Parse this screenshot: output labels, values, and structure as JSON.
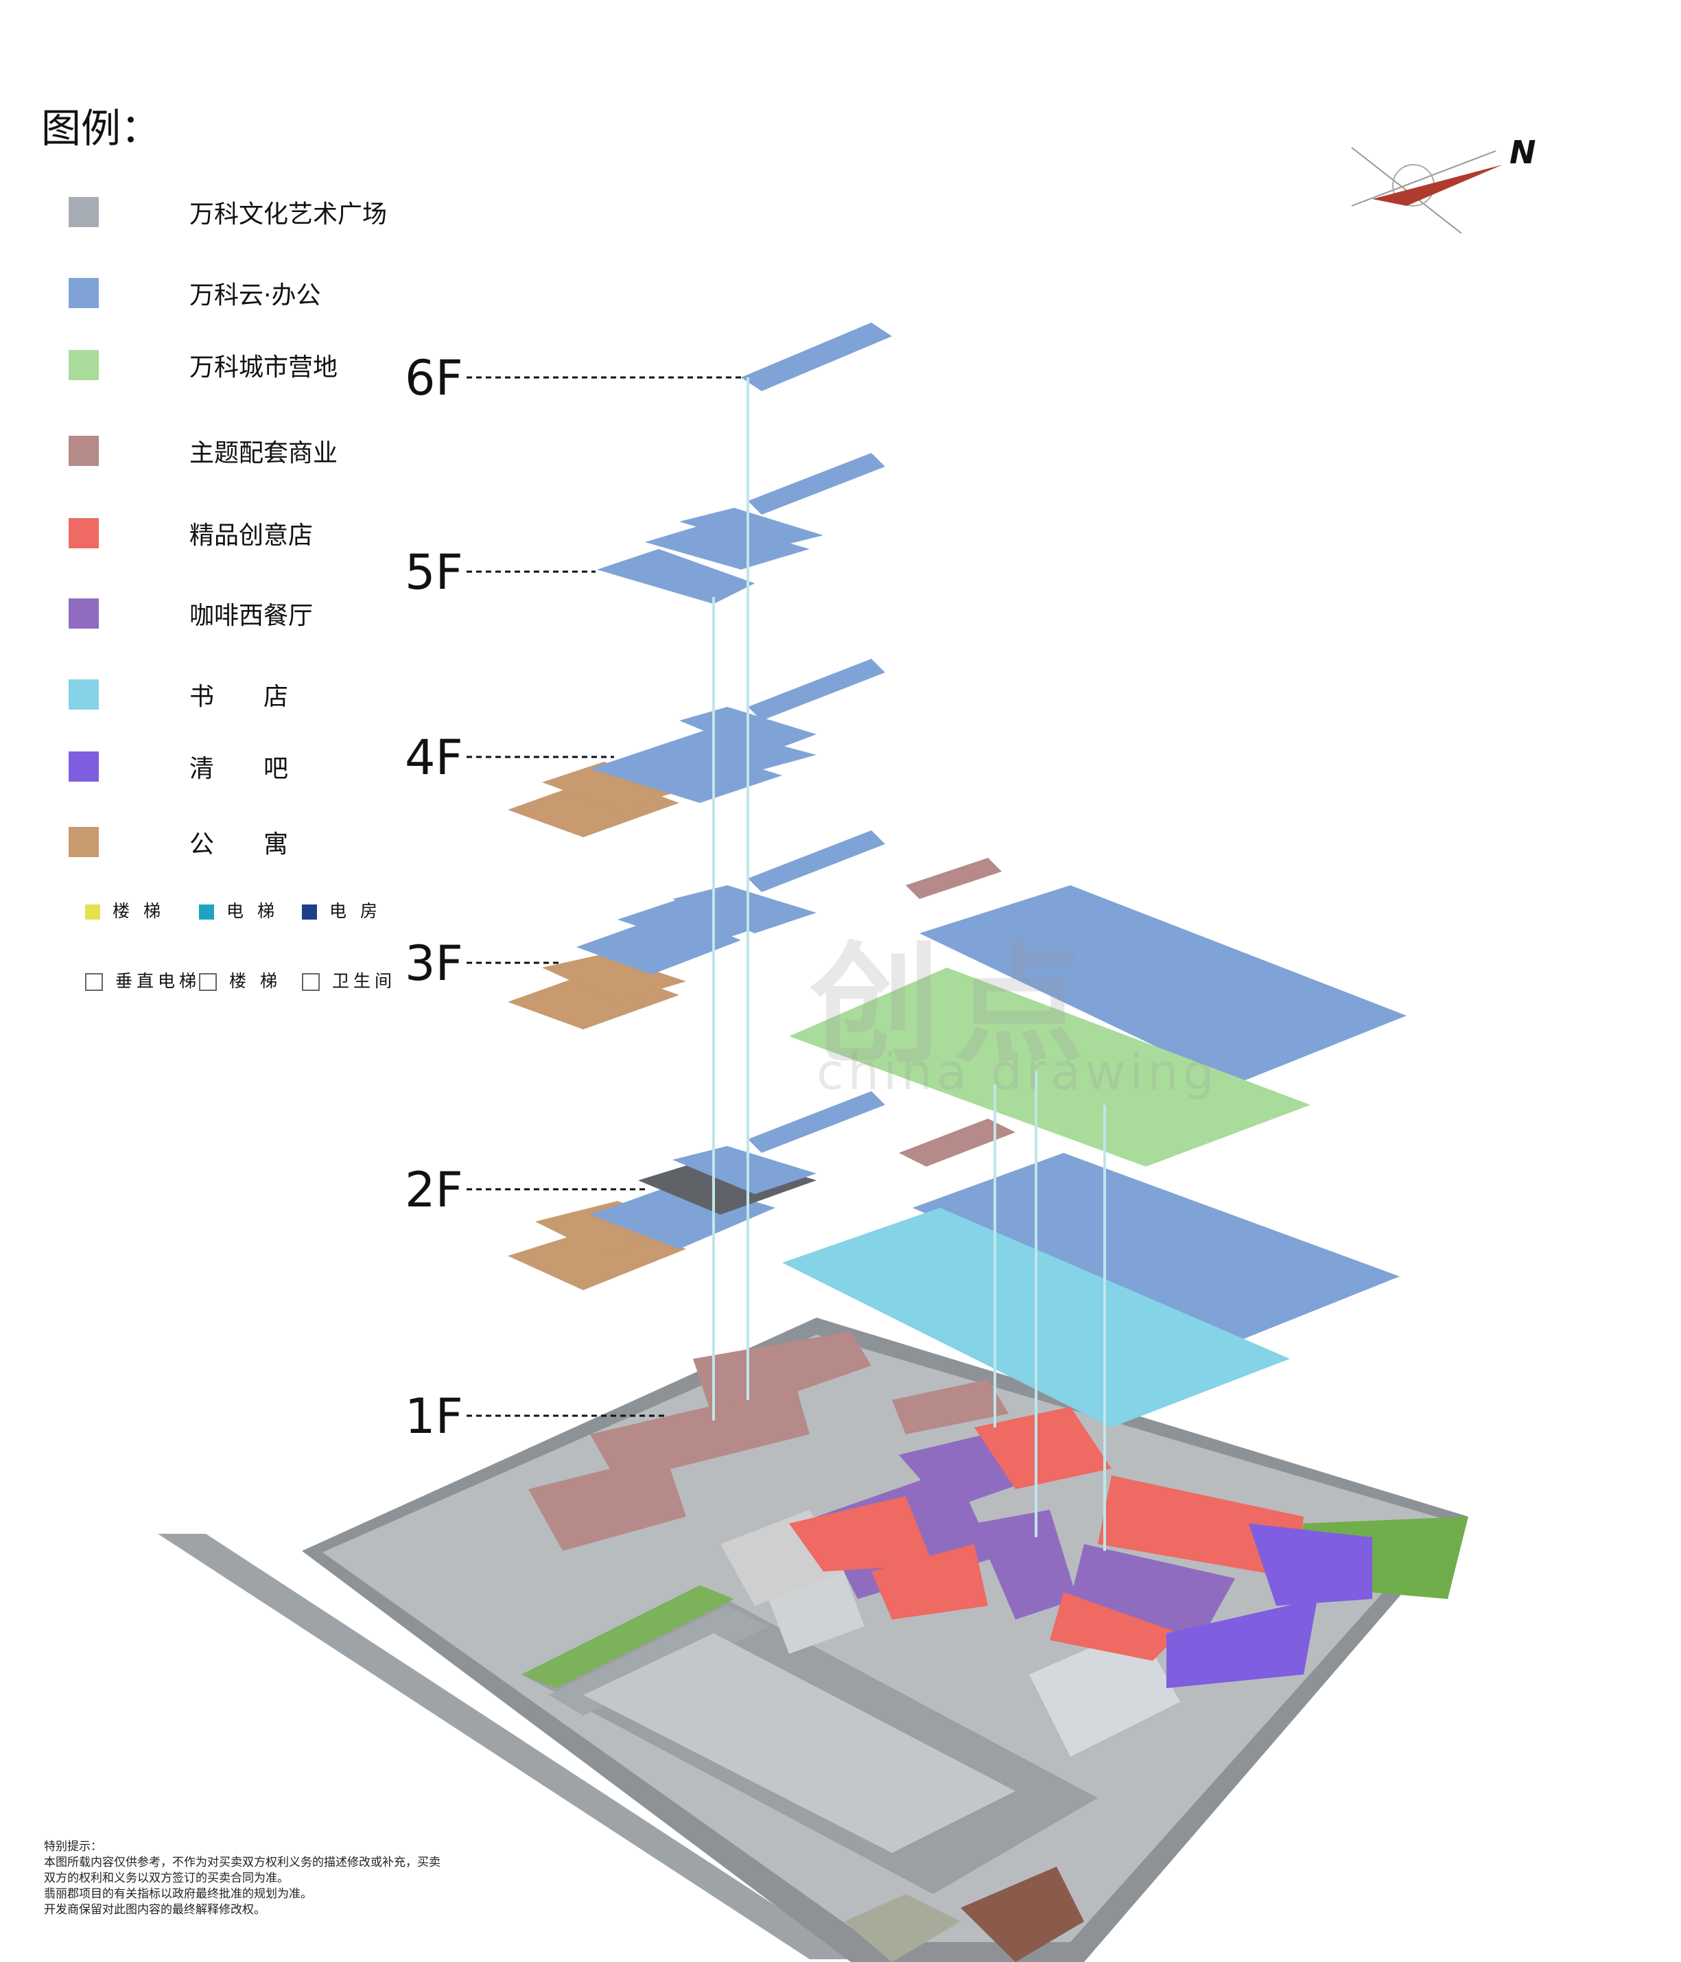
{
  "legend": {
    "title": "图例：",
    "items": [
      {
        "label": "万科文化艺术广场",
        "color": "#a6acb3"
      },
      {
        "label": "万科云·办公",
        "color": "#7fa3d6"
      },
      {
        "label": "万科城市营地",
        "color": "#a9dc9b"
      },
      {
        "label": "主题配套商业",
        "color": "#b58a88"
      },
      {
        "label": "精品创意店",
        "color": "#ee6a62"
      },
      {
        "label": "咖啡西餐厅",
        "color": "#8f6cc0"
      },
      {
        "label": "书　　店",
        "color": "#84d3e6"
      },
      {
        "label": "清　　吧",
        "color": "#7f5ee0"
      },
      {
        "label": "公　　寓",
        "color": "#c79a6f"
      }
    ],
    "core_items": [
      {
        "label": "楼 梯",
        "color": "#e2e24c"
      },
      {
        "label": "电 梯",
        "color": "#20a3c2"
      },
      {
        "label": "电 房",
        "color": "#1f3f8a"
      }
    ],
    "symbol_items": [
      {
        "label": "垂直电梯",
        "icon": "elevator-symbol-icon"
      },
      {
        "label": "楼 梯",
        "icon": "stair-symbol-icon"
      },
      {
        "label": "卫生间",
        "icon": "restroom-symbol-icon"
      }
    ]
  },
  "compass": {
    "label": "N"
  },
  "floors": [
    "6F",
    "5F",
    "4F",
    "3F",
    "2F",
    "1F"
  ],
  "watermark": {
    "cn": "创点",
    "en": "china drawing"
  },
  "notice": {
    "heading": "特别提示：",
    "lines": [
      "本图所载内容仅供参考，不作为对买卖双方权利义务的描述修改或补充，买卖",
      "双方的权利和义务以双方签订的买卖合同为准。",
      "翡丽郡项目的有关指标以政府最终批准的规划为准。",
      "开发商保留对此图内容的最终解释修改权。"
    ]
  }
}
